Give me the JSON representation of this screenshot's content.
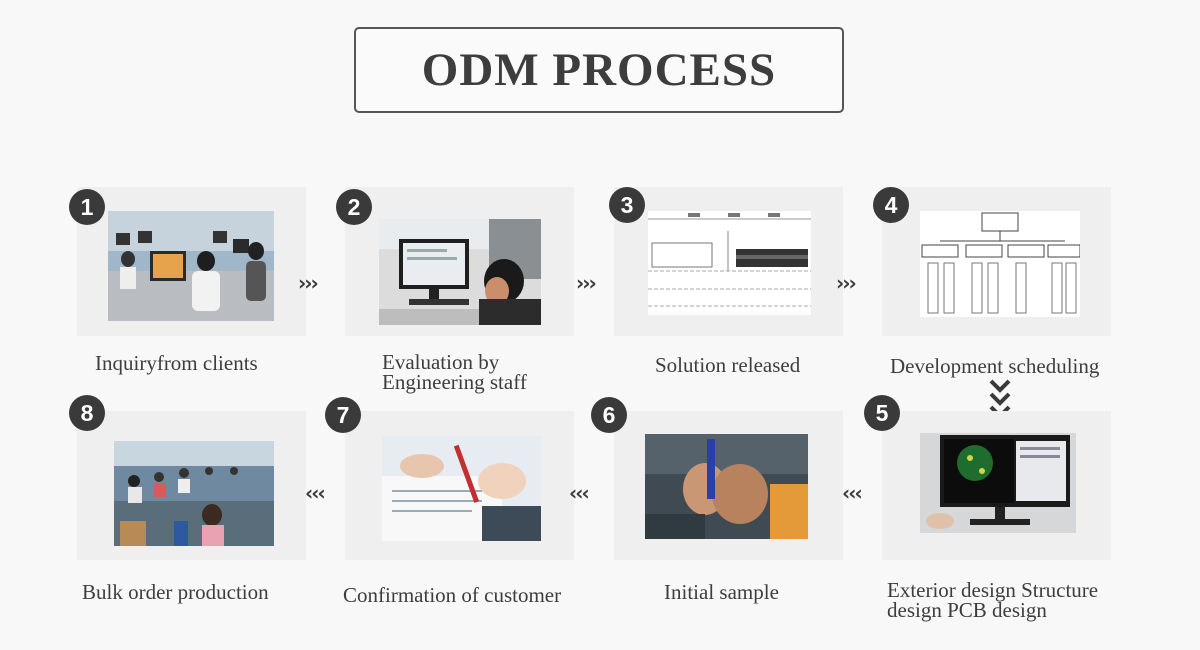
{
  "title": "ODM PROCESS",
  "arrow_right": "›››",
  "arrow_left": "‹‹‹",
  "steps": [
    {
      "number": "1",
      "caption": "Inquiryfrom clients",
      "image": "office-workers-photo"
    },
    {
      "number": "2",
      "caption_line1": "Evaluation by",
      "caption_line2": "Engineering staff",
      "image": "engineer-at-computer-photo"
    },
    {
      "number": "3",
      "caption": "Solution released",
      "image": "technical-drawing-photo"
    },
    {
      "number": "4",
      "caption": "Development scheduling",
      "image": "org-chart-photo"
    },
    {
      "number": "5",
      "caption_line1": "Exterior design Structure",
      "caption_line2": "design PCB design",
      "image": "pcb-design-screen-photo"
    },
    {
      "number": "6",
      "caption": "Initial sample",
      "image": "sample-hands-photo"
    },
    {
      "number": "7",
      "caption": "Confirmation of customer",
      "image": "signing-document-photo"
    },
    {
      "number": "8",
      "caption": "Bulk order production",
      "image": "factory-workers-photo"
    }
  ],
  "colors": {
    "badge": "#3a3a3a",
    "card": "#efefef",
    "text": "#3d3d3d",
    "background": "#f9f8f9"
  }
}
